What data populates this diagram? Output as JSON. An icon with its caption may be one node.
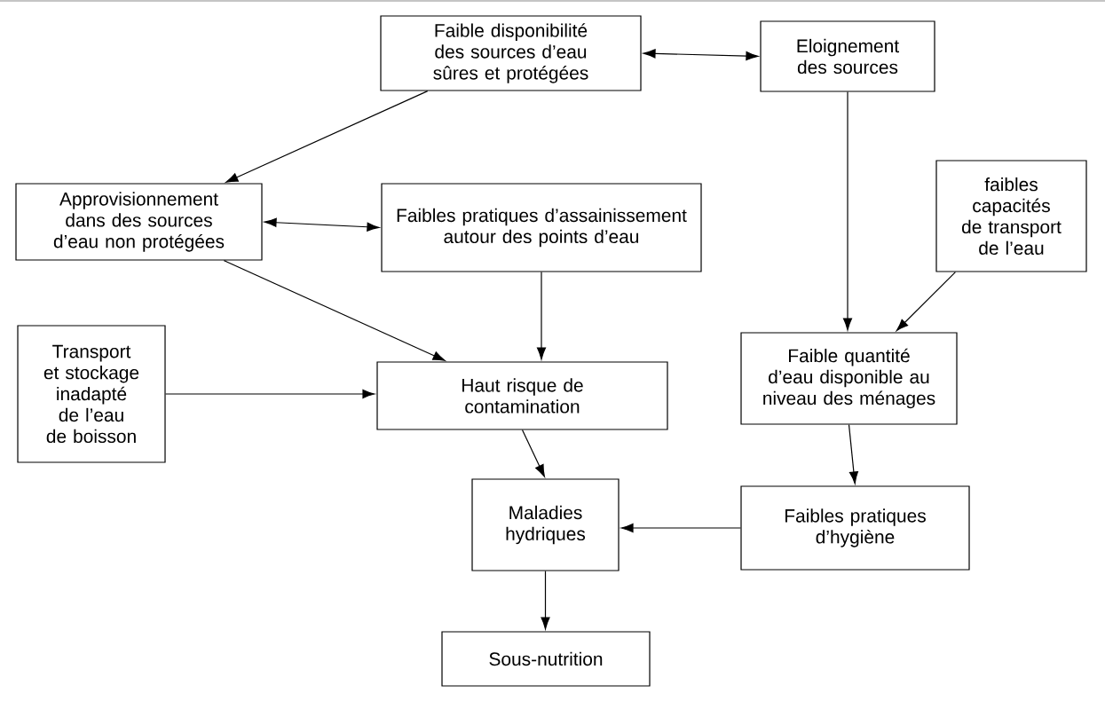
{
  "diagram": {
    "nodes": [
      {
        "text": [
          "Faible disponibilité des sources d’eau sûres et protégées"
        ]
      },
      {
        "text": [
          "Eloignement des sources"
        ]
      },
      {
        "text": [
          "Approvisionnement dans des sources d’eau non protégées"
        ]
      },
      {
        "text": [
          "Faibles pratiques d’assainissement autour des points d’eau"
        ]
      },
      {
        "text": [
          "faibles capacités de transport de l’eau"
        ]
      },
      {
        "text": [
          "Transport et stockage inadapté de l’eau de boisson"
        ]
      },
      {
        "text": [
          "Haut risque de contamination"
        ]
      },
      {
        "text": [
          "Faible quantité d’eau disponible au niveau des ménages"
        ]
      },
      {
        "text": [
          "Maladies hydriques"
        ]
      },
      {
        "text": [
          "Faibles pratiques d’hygiène"
        ]
      },
      {
        "text": [
          "Sous-nutrition"
        ]
      }
    ],
    "edges": [
      {
        "from": 0,
        "to": 1,
        "arrow": "both"
      },
      {
        "from": 0,
        "to": 2,
        "arrow": "to"
      },
      {
        "from": 2,
        "to": 3,
        "arrow": "both"
      },
      {
        "from": 2,
        "to": 6,
        "arrow": "to"
      },
      {
        "from": 3,
        "to": 6,
        "arrow": "to"
      },
      {
        "from": 1,
        "to": 7,
        "arrow": "to"
      },
      {
        "from": 4,
        "to": 7,
        "arrow": "to"
      },
      {
        "from": 5,
        "to": 6,
        "arrow": "to"
      },
      {
        "from": 6,
        "to": 8,
        "arrow": "to"
      },
      {
        "from": 7,
        "to": 9,
        "arrow": "to"
      },
      {
        "from": 9,
        "to": 8,
        "arrow": "to"
      },
      {
        "from": 8,
        "to": 10,
        "arrow": "to"
      }
    ]
  }
}
